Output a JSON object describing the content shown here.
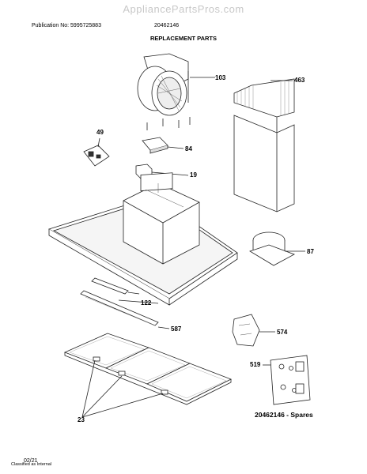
{
  "watermark": "AppliancePartsPros.com",
  "header": {
    "publication": "Publication No: 5995725883",
    "model_number": "20462146",
    "title": "REPLACEMENT PARTS"
  },
  "parts": {
    "p103": "103",
    "p463": "463",
    "p49": "49",
    "p84": "84",
    "p19": "19",
    "p87": "87",
    "p122": "122",
    "p587": "587",
    "p574": "574",
    "p519": "519",
    "p23": "23"
  },
  "spares_label": "20462146 - Spares",
  "footer": {
    "date_code": "02/21",
    "classification": "Classified as Internal"
  }
}
